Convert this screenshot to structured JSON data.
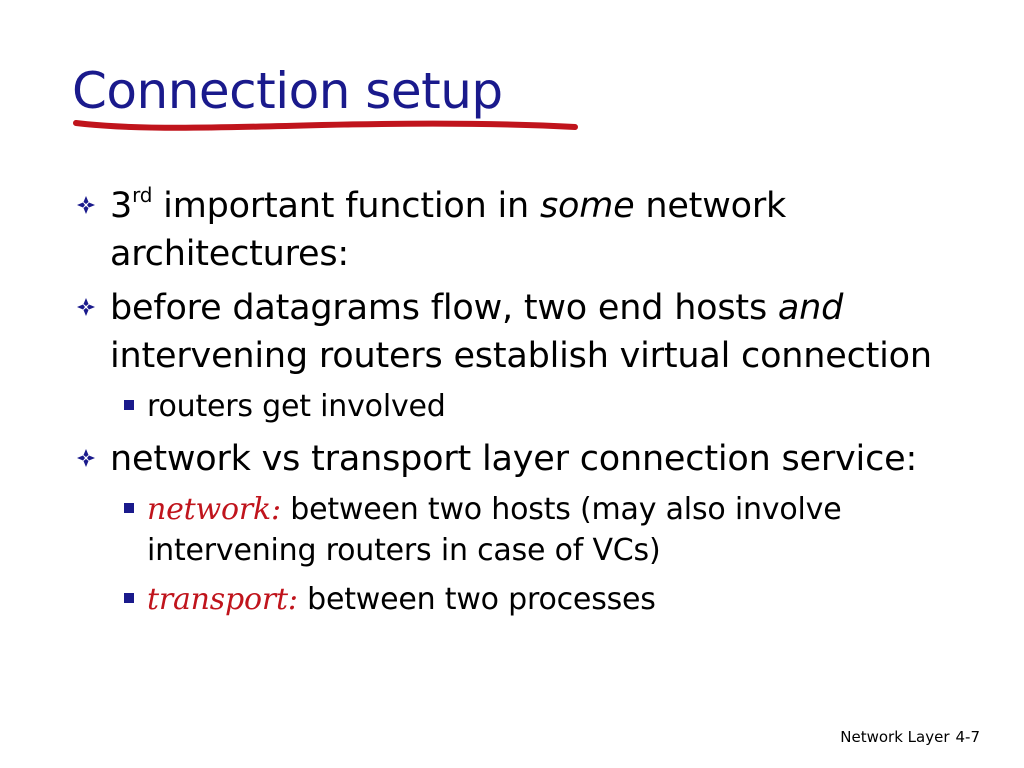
{
  "slide": {
    "title": "Connection setup",
    "accent_color": "#1a1a8c",
    "underline_color": "#c0141c",
    "bullets": [
      {
        "level": 1,
        "ordinal_number": "3",
        "ordinal_suffix": "rd",
        "text_after_superscript": " important function in ",
        "emphasis": "some",
        "text_end": " network architectures:"
      },
      {
        "level": 1,
        "text_before": "before datagrams flow, two end hosts ",
        "emphasis": "and",
        "text_end": " intervening routers establish virtual connection"
      },
      {
        "level": 2,
        "text": "routers get involved"
      },
      {
        "level": 1,
        "text": "network vs transport layer connection service:"
      },
      {
        "level": 2,
        "label": "network:",
        "text": " between two hosts (may also involve intervening routers in case of VCs)"
      },
      {
        "level": 2,
        "label": "transport:",
        "text": " between two processes"
      }
    ],
    "footer": {
      "section": "Network Layer",
      "page": "4-7"
    }
  }
}
